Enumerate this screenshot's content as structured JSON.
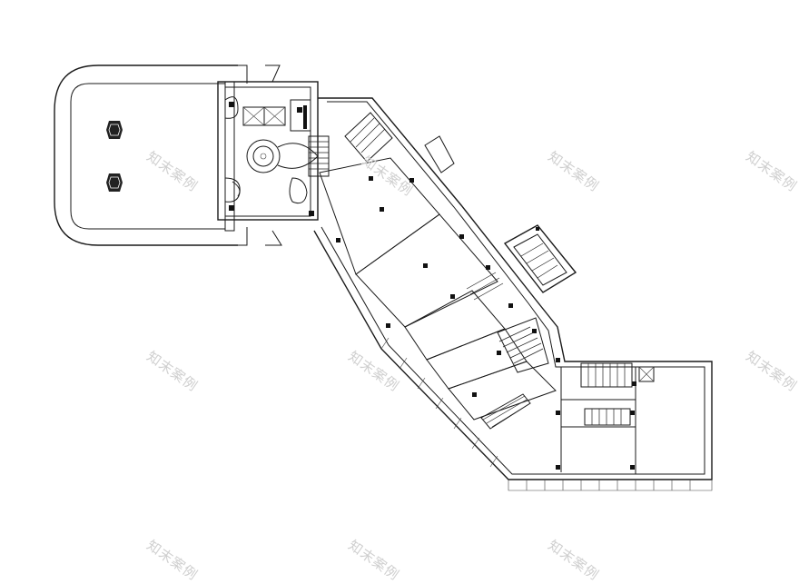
{
  "watermark": {
    "text": "知末案例",
    "marks": [
      "wm-1",
      "wm-2",
      "wm-3",
      "wm-4",
      "wm-5",
      "wm-6",
      "wm-7",
      "wm-8",
      "wm-9",
      "wm-10"
    ]
  }
}
